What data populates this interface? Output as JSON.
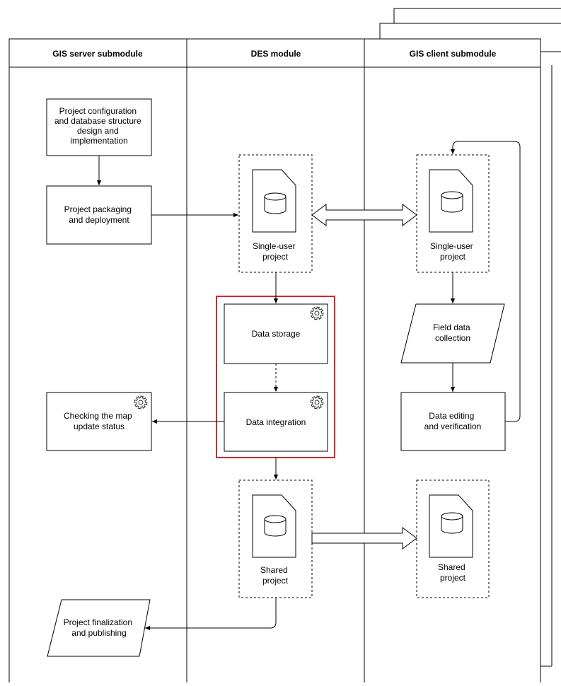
{
  "lanes": {
    "server": "GIS server submodule",
    "des": "DES module",
    "client": "GIS client submodule"
  },
  "nodes": {
    "config": [
      "Project configuration",
      "and database structure",
      "design and",
      "implementation"
    ],
    "packaging": [
      "Project packaging",
      "and deployment"
    ],
    "checking": [
      "Checking the map",
      "update status"
    ],
    "finalization": [
      "Project finalization",
      "and publishing"
    ],
    "des_single": [
      "Single-user",
      "project"
    ],
    "storage": [
      "Data storage"
    ],
    "integration": [
      "Data integration"
    ],
    "des_shared": [
      "Shared",
      "project"
    ],
    "client_single": [
      "Single-user",
      "project"
    ],
    "field": [
      "Field data",
      "collection"
    ],
    "editing": [
      "Data editing",
      "and verification"
    ],
    "client_shared": [
      "Shared",
      "project"
    ]
  },
  "icons": {
    "document": "document-database-icon",
    "gear": "gear-icon"
  },
  "colors": {
    "highlight": "#d62728",
    "stroke": "#000000"
  }
}
